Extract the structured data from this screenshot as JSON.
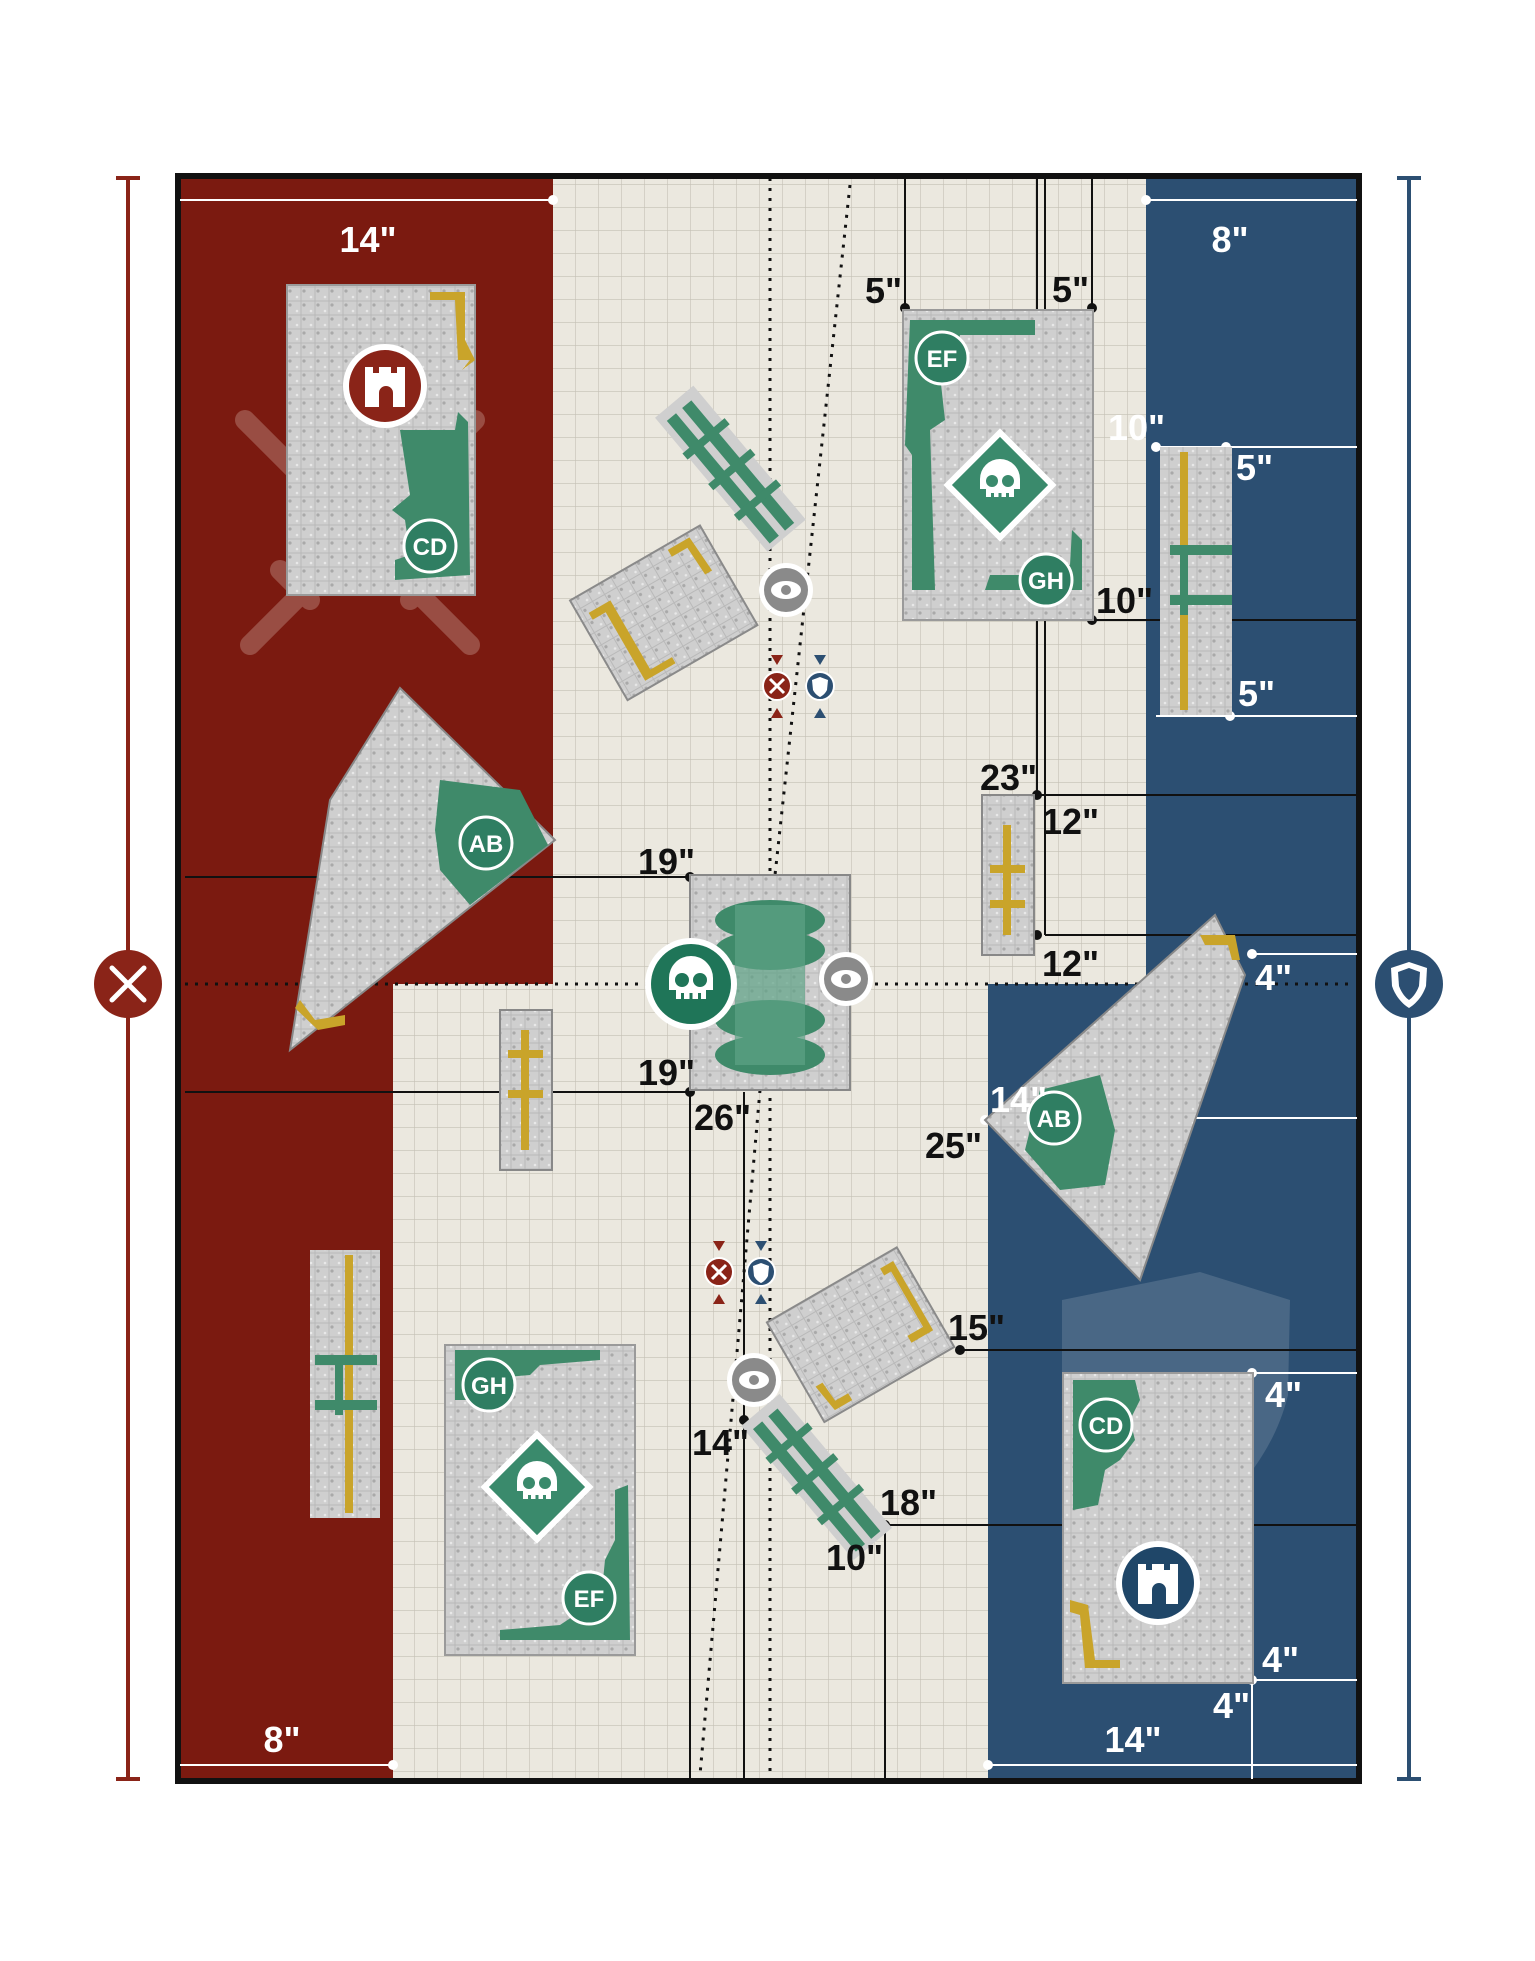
{
  "colors": {
    "attacker": "#7b1a10",
    "defender": "#2c4f72",
    "neutral": "#e9e6dc",
    "grid": "#c7c3b8",
    "ruin": "#c9c9c9",
    "wall_green": "#3f8a6a",
    "wall_gold": "#c9a42a",
    "objective": "#2f7e62",
    "border": "#111111"
  },
  "side_markers": {
    "attacker_icon": "crossed-swords-icon",
    "defender_icon": "shield-icon"
  },
  "deployment_labels": {
    "red_top": "14\"",
    "blue_top": "8\"",
    "red_bottom": "8\"",
    "blue_bottom": "14\""
  },
  "terrain_codes": {
    "cd_top": "CD",
    "ef_top": "EF",
    "gh_top": "GH",
    "ab_left": "AB",
    "ab_right": "AB",
    "gh_bottom": "GH",
    "ef_bottom": "EF",
    "cd_bottom": "CD"
  },
  "measurements": {
    "m_5a": "5\"",
    "m_5b": "5\"",
    "m_10a": "10\"",
    "m_5c": "5\"",
    "m_10b": "10\"",
    "m_5d": "5\"",
    "m_23": "23\"",
    "m_12a": "12\"",
    "m_19a": "19\"",
    "m_12b": "12\"",
    "m_4a": "4\"",
    "m_19b": "19\"",
    "m_26": "26\"",
    "m_14a": "14\"",
    "m_25": "25\"",
    "m_15": "15\"",
    "m_4b": "4\"",
    "m_14b": "14\"",
    "m_18": "18\"",
    "m_10c": "10\"",
    "m_4c": "4\"",
    "m_4d": "4\""
  },
  "objectives": {
    "center": "skull-icon",
    "top_right": "skull-icon",
    "bottom_left": "skull-icon",
    "attacker_home": "tower-icon",
    "defender_home": "tower-icon",
    "vision": "eye-icon"
  }
}
